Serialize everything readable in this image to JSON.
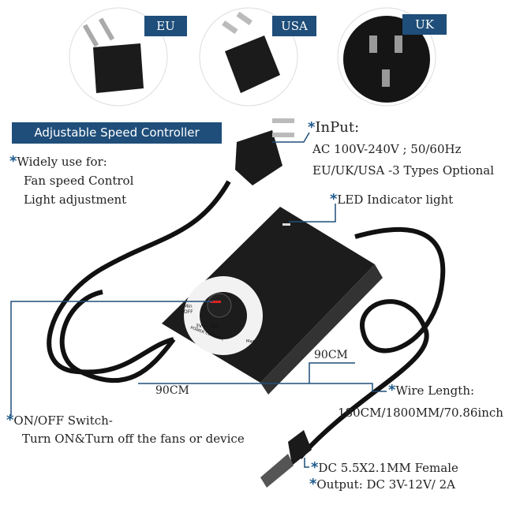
{
  "plug_types": [
    {
      "label": "EU"
    },
    {
      "label": "USA"
    },
    {
      "label": "UK"
    }
  ],
  "title": "Adjustable Speed Controller",
  "usage": {
    "heading": "Widely use for:",
    "items": [
      "Fan speed Control",
      "Light adjustment"
    ]
  },
  "input": {
    "heading": "InPut:",
    "lines": [
      "AC 100V-240V ; 50/60Hz",
      "EU/UK/USA -3 Types Optional"
    ]
  },
  "led": "LED Indicator light",
  "dial": {
    "min": "Min OFF",
    "range": "3V — 12V",
    "label": "POWER CONTROL",
    "max": "Max"
  },
  "wire": {
    "seg1": "90CM",
    "seg2": "90CM",
    "heading": "Wire Length:",
    "value": "180CM/1800MM/70.86inch"
  },
  "switch": {
    "heading": "ON/OFF Switch-",
    "desc": "Turn ON&Turn off the fans or device"
  },
  "dc": "DC 5.5X2.1MM Female",
  "output": "Output:  DC 3V-12V/  2A",
  "colors": {
    "accent": "#1f4e7a",
    "star": "#1f5a8c"
  }
}
